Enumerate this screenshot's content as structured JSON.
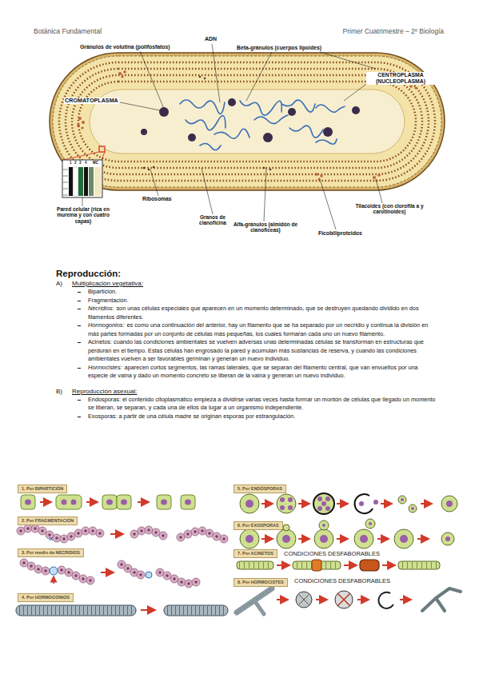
{
  "diagram": {
    "nodes": [
      {
        "text": [
          "1. Por BIPARTICIÓN"
        ]
      },
      {
        "text": [
          "2. Por FRAGMENTACIÓN"
        ]
      },
      {
        "text": [
          "3. Por medio de NECRIDIOS"
        ]
      },
      {
        "text": [
          "4. Por HORMOGONIOS"
        ]
      },
      {
        "text": [
          "5. Por ENDÓSPORAS"
        ]
      },
      {
        "text": [
          "6. Por EXOSPORAS"
        ]
      },
      {
        "text": [
          "7. Por ACINETOS"
        ]
      },
      {
        "text": [
          "8. Por HORMOCISTES"
        ]
      }
    ],
    "labels": [
      "Botánica Fundamental",
      "Primer Cuatrimestre – 2º Biología",
      "ADN",
      "Gránulos de volutina (polifosfatos)",
      "Beta-gránulos (cuerpos lipoides)",
      "CROMATOPLASMA",
      "CENTROPLASMA (NUCLEOPLASMA)",
      "1",
      "2",
      "3",
      "4",
      "MC",
      "Pared celular (rica en mureína y con cuatro capas)",
      "Ribosomas",
      "Granos de cianoficina",
      "Alfa-gránulos (almidón de cianofíceas)",
      "Tilacoides (con clorofila a y carotinoides)",
      "Ficobiliproteidos",
      "Reproducción:",
      "A)",
      "Multiplicación vegetativa:",
      "Bipartición.",
      "Fragmentación.",
      "Necridios:",
      "son unas células especiales que aparecen en un momento determinado, que se destruyen quedando dividido en dos filamentos diferentes.",
      "Hormogonios:",
      "es como una continuación del anterior, hay un filamento que se ha separado por un necridio y continua la división en más partes formadas por un conjunto de células más pequeñas, los cuales formaran cada uno un nuevo filamento.",
      "Acinetos: cuando las condiciones ambientales se vuelven adversas unas determinadas células se transforman en estructuras que perduran en el tiempo. Estas células han engrosado la pared y acumulan más sustancias de reserva, y cuando las condiciones ambientales vuelven a ser favorables germinan y generan un nuevo individuo.",
      "Hormocistes:",
      "aparecen cortos segmentos, las ramas laterales, que se separan del filamento central, que van envueltos por una especie de vaina y dado un momento concreto se liberan de la vaina y generan un nuevo individuo.",
      "B)",
      "Reproducción asexual:",
      "Endosporas: el contenido citoplasmático empieza a dividirse varias veces hasta formar un montón de células que llegado un momento se liberan, se separan, y cada una de ellos da lugar a un organismo independiente.",
      "Exosporas: a partir de una célula madre se originan esporas por estrangulación.",
      "CONDICIONES DESFABORABLES",
      "CONDICIONES DESFABORABLES"
    ]
  }
}
